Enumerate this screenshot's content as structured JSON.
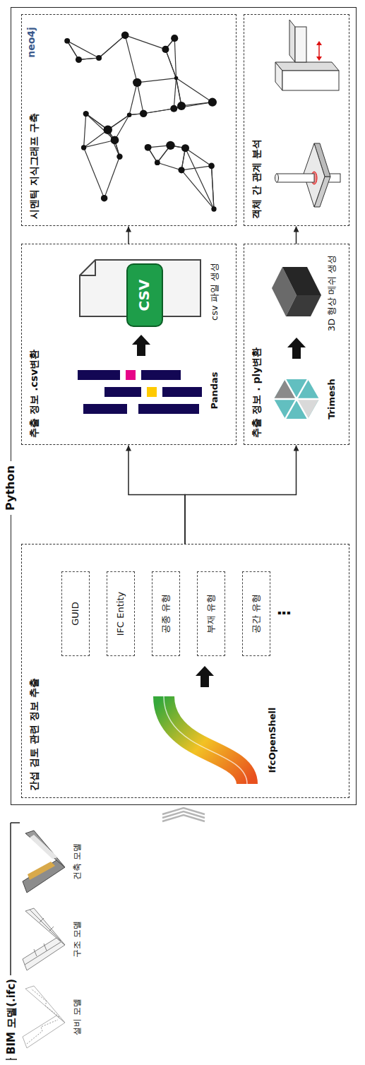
{
  "diagram": {
    "nodes": [
      {
        "text": [
          "BIM 모델(.ifc)"
        ]
      },
      {
        "text": [
          "Python"
        ]
      },
      {
        "text": [
          "간섭 검토 관련 정보 추출"
        ],
        "in": 1
      },
      {
        "text": [
          "GUID"
        ],
        "in": 2
      },
      {
        "text": [
          "IFC Entity"
        ],
        "in": 2
      },
      {
        "text": [
          "공종 유형"
        ],
        "in": 2
      },
      {
        "text": [
          "부재 유형"
        ],
        "in": 2
      },
      {
        "text": [
          "공간 유형"
        ],
        "in": 2
      },
      {
        "text": [
          "추출 정보 .csv변환"
        ],
        "in": 1
      },
      {
        "text": [
          "추출 정보 . ply변환"
        ],
        "in": 1
      },
      {
        "text": [
          "시멘틱 지식그래프 구축"
        ],
        "in": 1
      },
      {
        "text": [
          "객체 간 관계 분석"
        ],
        "in": 1
      }
    ],
    "edges": [
      {
        "from": 0,
        "to": 1,
        "arrow": "to"
      },
      {
        "from": 2,
        "to": 8,
        "arrow": "to"
      },
      {
        "from": 2,
        "to": 9,
        "arrow": "to"
      },
      {
        "from": 8,
        "to": 10,
        "arrow": "to"
      },
      {
        "from": 9,
        "to": 11,
        "arrow": "to"
      }
    ],
    "labels": [
      "건축 모델",
      "구조 모델",
      "설비 모델",
      "IfcOpenShell",
      "⋮",
      "Pandas",
      "CSV",
      "csv 파일 생성",
      "Trimesh",
      "3D 형상 메쉬 생성",
      "neo4j"
    ]
  }
}
